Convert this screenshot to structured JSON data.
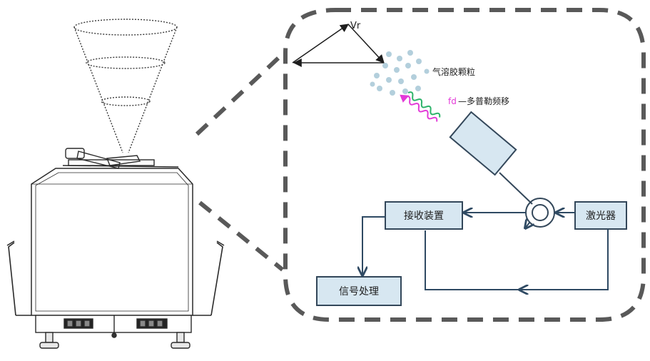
{
  "labels": {
    "velocity": "Vr",
    "aerosol": "气溶胶颗粒",
    "doppler_symbol": "fd",
    "doppler_text": "—多普勒频移",
    "receiver": "接收装置",
    "laser": "激光器",
    "signal": "信号处理"
  },
  "colors": {
    "stroke": "#1d1d1d",
    "dash": "#595959",
    "box_fill": "#d7e7f1",
    "box_stroke": "#33475a",
    "flow": "#2f4a63",
    "particles": "#b3cfdc",
    "wave_green": "#2db36a",
    "wave_magenta": "#e33ad8"
  }
}
